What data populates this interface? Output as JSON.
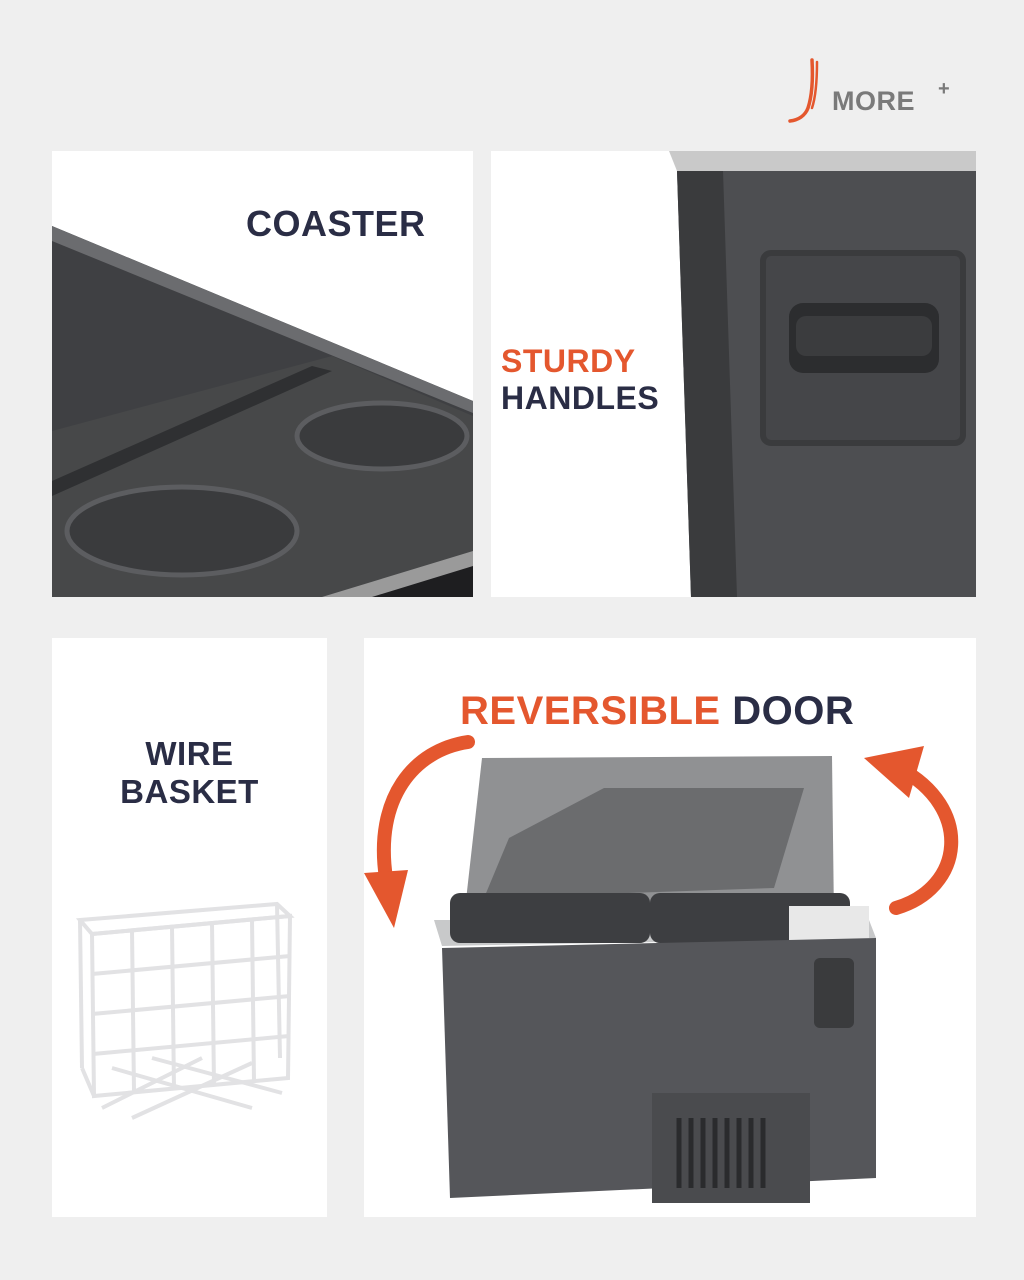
{
  "brand": {
    "text": "MORE",
    "plus": "+",
    "accent_color": "#e4572e"
  },
  "panels": {
    "coaster": {
      "label": "COASTER"
    },
    "handles": {
      "label_line1": "STURDY",
      "label_line2": "HANDLES"
    },
    "basket": {
      "label_line1": "WIRE",
      "label_line2": "BASKET"
    },
    "door": {
      "label_word1": "REVERSIBLE",
      "label_word2": "DOOR"
    }
  },
  "colors": {
    "navy": "#2a2d45",
    "orange": "#e4572e",
    "dark_gray": "#4a4b4e",
    "light_gray": "#c9c9c9"
  }
}
